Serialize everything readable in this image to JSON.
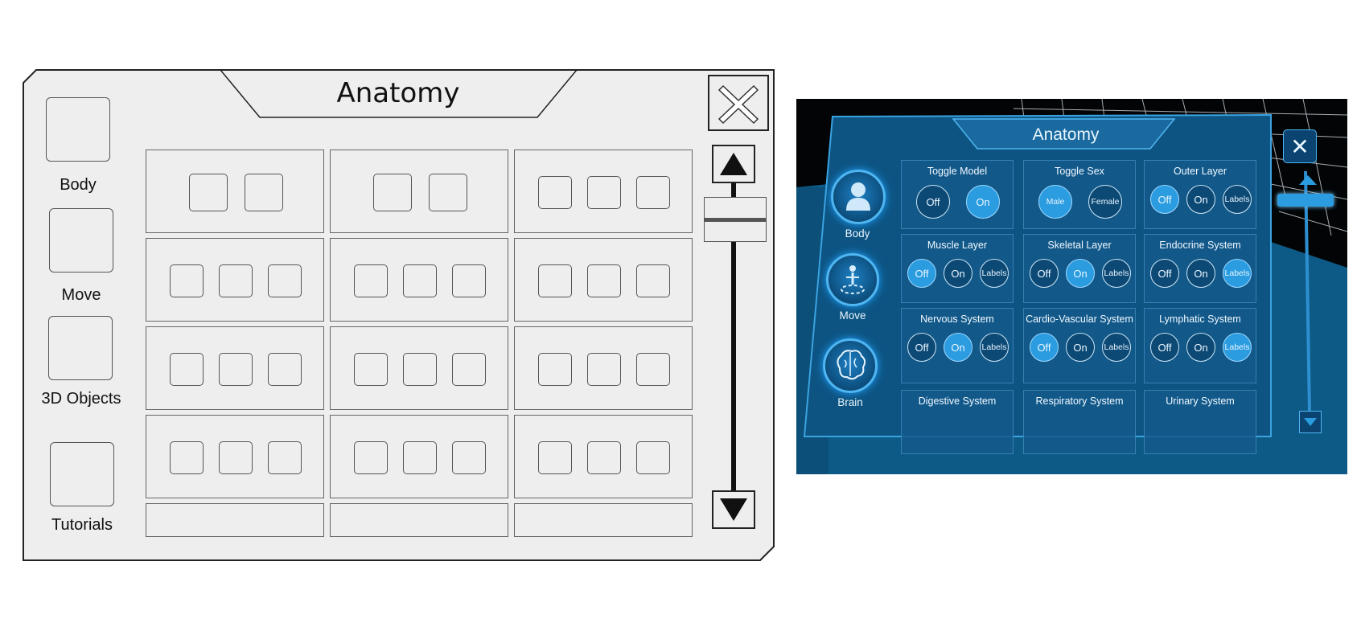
{
  "wireframe": {
    "title": "Anatomy",
    "close_glyph": "✕",
    "nav": [
      {
        "label": "Body"
      },
      {
        "label": "Move"
      },
      {
        "label": "3D Objects"
      },
      {
        "label": "Tutorials"
      }
    ],
    "scroll_up_glyph": "▲",
    "scroll_down_glyph": "▼"
  },
  "vr_panel": {
    "title": "Anatomy",
    "close_glyph": "✕",
    "side_nav": [
      {
        "label": "Body",
        "icon": "person-icon"
      },
      {
        "label": "Move",
        "icon": "move-icon"
      },
      {
        "label": "Brain",
        "icon": "brain-icon"
      }
    ],
    "cards": [
      {
        "title": "Toggle Model",
        "buttons": [
          {
            "label": "Off",
            "active": false
          },
          {
            "label": "On",
            "active": true
          }
        ]
      },
      {
        "title": "Toggle Sex",
        "buttons": [
          {
            "label": "Male",
            "active": true
          },
          {
            "label": "Female",
            "active": false
          }
        ]
      },
      {
        "title": "Outer Layer",
        "buttons": [
          {
            "label": "Off",
            "active": true
          },
          {
            "label": "On",
            "active": false
          },
          {
            "label": "Labels",
            "active": false
          }
        ]
      },
      {
        "title": "Muscle Layer",
        "buttons": [
          {
            "label": "Off",
            "active": true
          },
          {
            "label": "On",
            "active": false
          },
          {
            "label": "Labels",
            "active": false
          }
        ]
      },
      {
        "title": "Skeletal Layer",
        "buttons": [
          {
            "label": "Off",
            "active": false
          },
          {
            "label": "On",
            "active": true
          },
          {
            "label": "Labels",
            "active": false
          }
        ]
      },
      {
        "title": "Endocrine System",
        "buttons": [
          {
            "label": "Off",
            "active": false
          },
          {
            "label": "On",
            "active": false
          },
          {
            "label": "Labels",
            "active": true
          }
        ]
      },
      {
        "title": "Nervous System",
        "buttons": [
          {
            "label": "Off",
            "active": false
          },
          {
            "label": "On",
            "active": true
          },
          {
            "label": "Labels",
            "active": false
          }
        ]
      },
      {
        "title": "Cardio-Vascular System",
        "buttons": [
          {
            "label": "Off",
            "active": true
          },
          {
            "label": "On",
            "active": false
          },
          {
            "label": "Labels",
            "active": false
          }
        ]
      },
      {
        "title": "Lymphatic System",
        "buttons": [
          {
            "label": "Off",
            "active": false
          },
          {
            "label": "On",
            "active": false
          },
          {
            "label": "Labels",
            "active": true
          }
        ]
      },
      {
        "title": "Digestive System",
        "buttons": []
      },
      {
        "title": "Respiratory System",
        "buttons": []
      },
      {
        "title": "Urinary System",
        "buttons": []
      }
    ],
    "colors": {
      "accent": "#2b9ce0",
      "panel": "#0f5782",
      "glow": "#4fb6f2"
    }
  }
}
